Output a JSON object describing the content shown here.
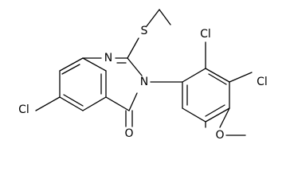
{
  "molecule": {
    "atoms": {
      "cl_quinazoline": "Cl",
      "n1": "N",
      "n3": "N",
      "s": "S",
      "o_carbonyl": "O",
      "cl_ortho": "Cl",
      "cl_para": "Cl",
      "o_methoxy": "O"
    }
  }
}
